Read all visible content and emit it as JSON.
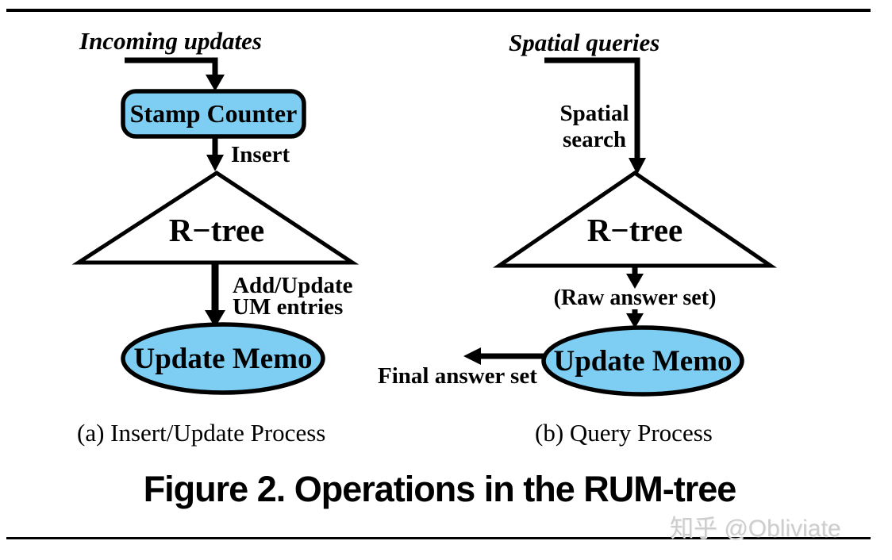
{
  "colors": {
    "node_fill": "#7dcef2",
    "node_stroke": "#000000",
    "line_color": "#000000",
    "watermark_color": "#cdcdcd"
  },
  "diagram_a": {
    "source_label": "Incoming updates",
    "stamp_counter_label": "Stamp Counter",
    "insert_label": "Insert",
    "rtree_label": "R−tree",
    "um_label_line1": "Add/Update",
    "um_label_line2": "UM entries",
    "update_memo_label": "Update Memo",
    "caption": "(a) Insert/Update Process"
  },
  "diagram_b": {
    "source_label": "Spatial queries",
    "search_label_line1": "Spatial",
    "search_label_line2": "search",
    "rtree_label": "R−tree",
    "raw_answer_label": "(Raw answer set)",
    "update_memo_label": "Update Memo",
    "final_answer_label": "Final answer set",
    "caption": "(b) Query Process"
  },
  "figure": {
    "title": "Figure 2. Operations in the RUM-tree"
  },
  "watermark": {
    "text": "知乎 @Obliviate"
  }
}
